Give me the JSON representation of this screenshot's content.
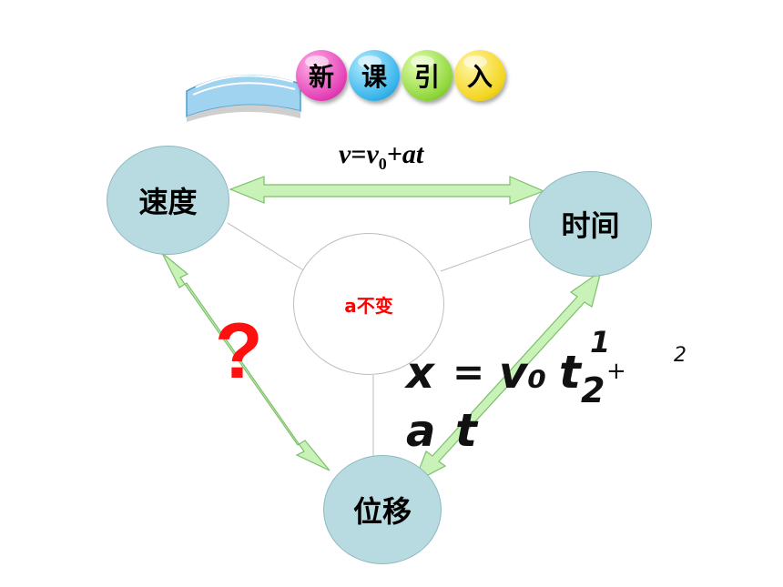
{
  "banner": {
    "chars": [
      "新",
      "课",
      "引",
      "入"
    ],
    "ball_colors": [
      "#e33fb6",
      "#35b4ea",
      "#8ed63a",
      "#f3d51e"
    ]
  },
  "nodes": {
    "speed": "速度",
    "time": "时间",
    "displacement": "位移",
    "center": "a不变"
  },
  "formula_top": {
    "v": "v",
    "eq": "=",
    "v0": "v",
    "sub0": "0",
    "rest": "+at"
  },
  "question_mark": "?",
  "handwritten": {
    "x": "x",
    "eq": "=",
    "v0": "v₀",
    "t": "t",
    "num": "1",
    "den": "2",
    "plus": "+",
    "sq": "2",
    "a": "a",
    "t2": "t"
  },
  "colors": {
    "node_fill": "#b7dbe0",
    "arrow_fill": "#c9f2b8",
    "arrow_stroke": "#7cbf6a",
    "question": "#ff1010",
    "center_text": "#ff0000"
  }
}
